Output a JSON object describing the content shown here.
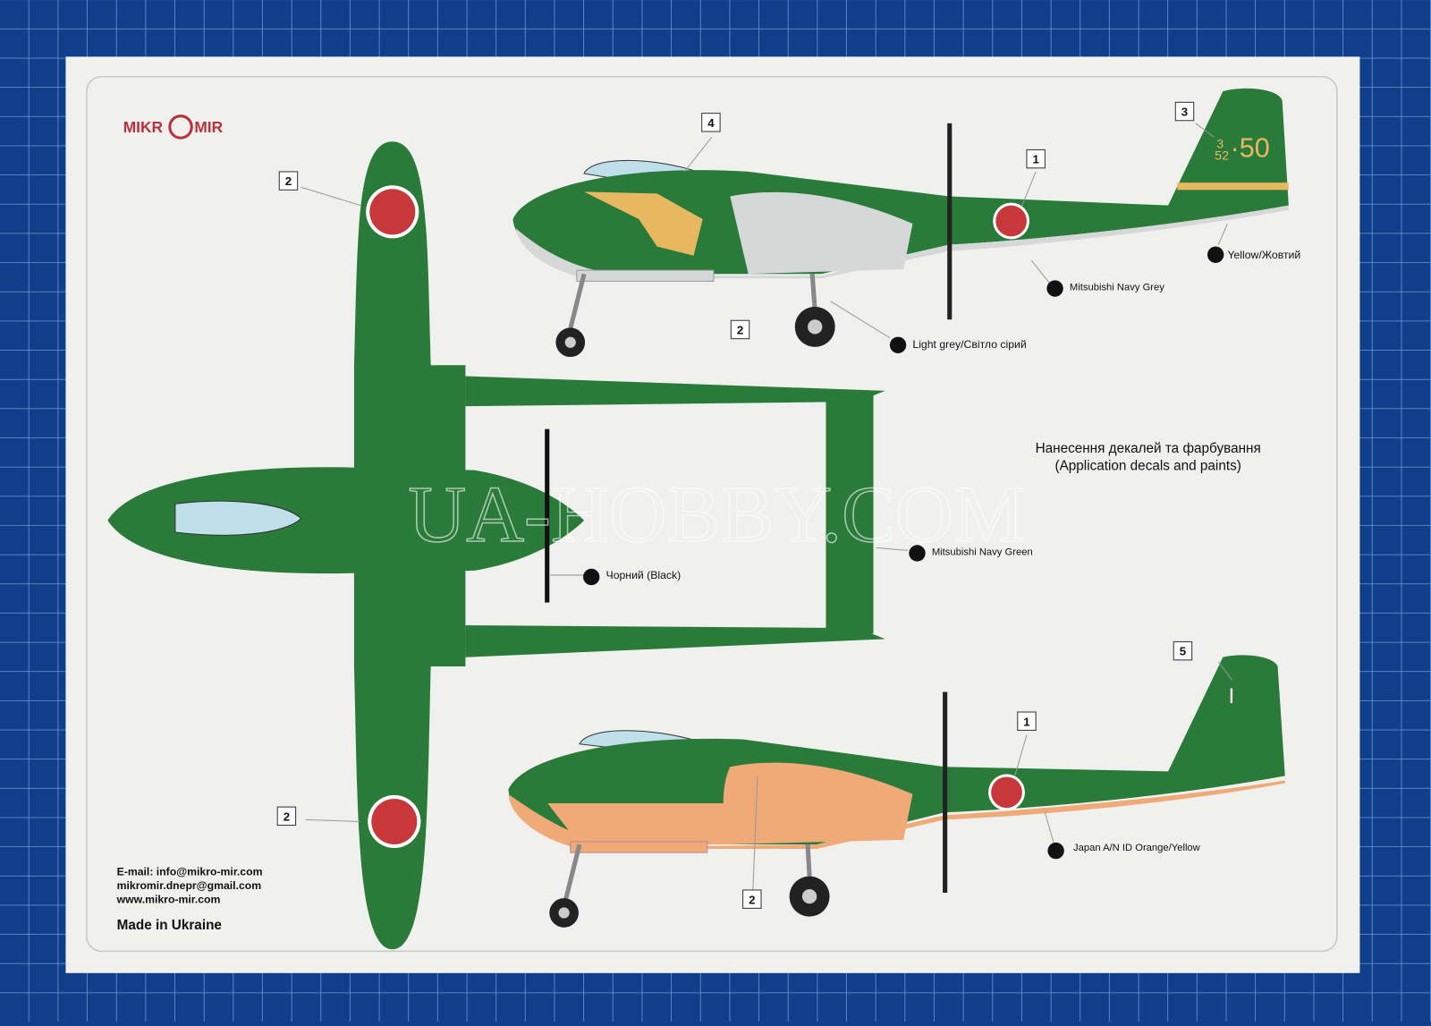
{
  "logo": {
    "left": "MIKR",
    "right": "MIR"
  },
  "title": {
    "line1": "Нанесення декалей та фарбування",
    "line2": "(Application decals and paints)"
  },
  "watermark": "UA-HOBBY.COM",
  "callouts": {
    "c1a": "1",
    "c1b": "1",
    "c2a": "2",
    "c2b": "2",
    "c2c": "2",
    "c2d": "2",
    "c3": "3",
    "c4": "4",
    "c5": "5"
  },
  "paints": {
    "yellow": "Yellow/Жовтий",
    "navy_grey": "Mitsubishi Navy Grey",
    "light_grey": "Light grey/Світло сірий",
    "navy_green": "Mitsubishi Navy Green",
    "black": "Чорний (Black)",
    "orange": "Japan A/N ID Orange/Yellow"
  },
  "tail_markings": {
    "unit_top": "3",
    "unit_bottom": "52",
    "number": "·50",
    "second": "I"
  },
  "contact": {
    "email": "E-mail: info@mikro-mir.com",
    "email2": "mikromir.dnepr@gmail.com",
    "web": "www.mikro-mir.com",
    "made_in": "Made in Ukraine"
  },
  "colors": {
    "green": "#2a7a3a",
    "grey": "#d6d8d8",
    "orange": "#f0aa78",
    "red": "#c8383a",
    "yellow": "#e8b860",
    "mat": "#0f3f8a"
  }
}
